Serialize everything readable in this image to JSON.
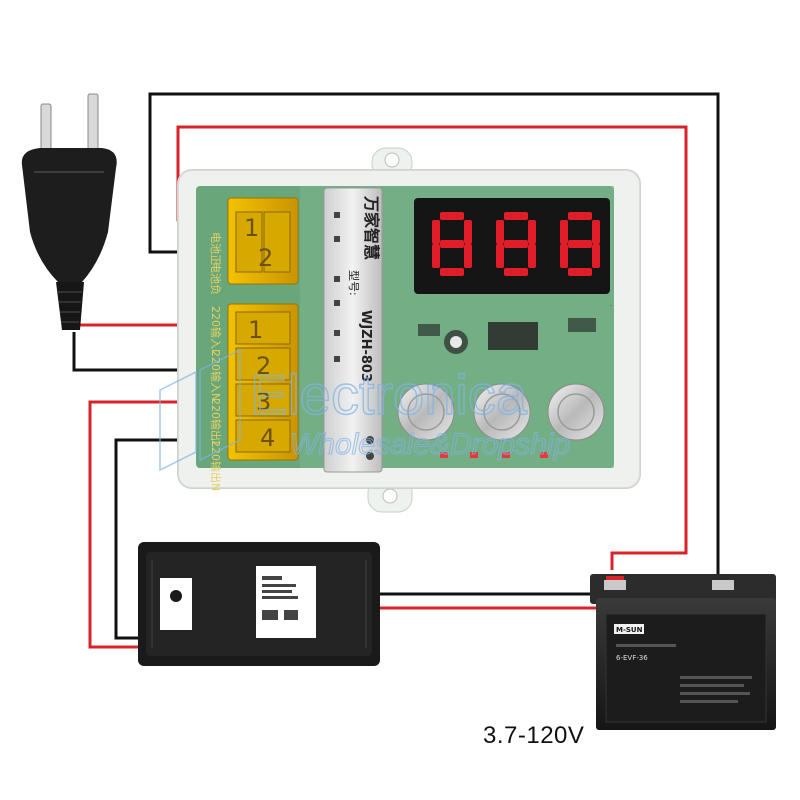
{
  "caption": "3.7-120V",
  "watermark": {
    "brand": "Electronica",
    "tagline": "Wholesale&Dropship"
  },
  "module": {
    "nameplate_brand": "万家智慧",
    "model_label": "型号:",
    "model": "WJZH-803",
    "display_value": "888",
    "terminal_labels": [
      "电池正",
      "电池负",
      "220输入L",
      "220输入N",
      "220输出L",
      "220输出N"
    ],
    "terminal_numbers": [
      "1",
      "2",
      "1",
      "2",
      "3",
      "4"
    ]
  },
  "battery": {
    "brand": "M-SUN",
    "model": "6-EVF-36"
  },
  "colors": {
    "red_wire": "#d9232a",
    "black_wire": "#111111",
    "pcb_green": "#2f8a4e",
    "terminal_yellow": "#e5b000",
    "display_red": "#e11d2a"
  }
}
